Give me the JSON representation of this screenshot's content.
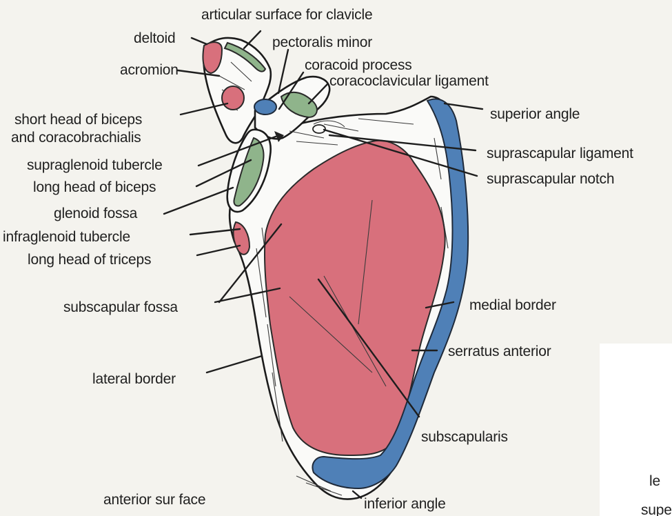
{
  "labels": {
    "articular_surface": "articular surface for clavicle",
    "deltoid": "deltoid",
    "pectoralis_minor": "pectoralis minor",
    "acromion": "acromion",
    "coracoid_process": "coracoid process",
    "coracoclavicular_ligament": "coracoclavicular ligament",
    "short_head_biceps_1": "short head of biceps",
    "short_head_biceps_2": "and coracobrachialis",
    "superior_angle": "superior angle",
    "supraglenoid_tubercle": "supraglenoid tubercle",
    "suprascapular_ligament": "suprascapular ligament",
    "long_head_biceps": "long head of biceps",
    "suprascapular_notch": "suprascapular notch",
    "glenoid_fossa": "glenoid fossa",
    "infraglenoid_tubercle": "infraglenoid tubercle",
    "long_head_triceps": "long head of triceps",
    "subscapular_fossa": "subscapular fossa",
    "medial_border": "medial border",
    "serratus_anterior": "serratus anterior",
    "lateral_border": "lateral border",
    "subscapularis": "subscapularis",
    "anterior_surface": "anterior sur face",
    "inferior_angle": "inferior angle",
    "cut_le": "le",
    "cut_supe": "supe"
  },
  "colors": {
    "muscle_red": "#d8707c",
    "muscle_blue": "#4f80b7",
    "ligament_green": "#8fb48b"
  }
}
